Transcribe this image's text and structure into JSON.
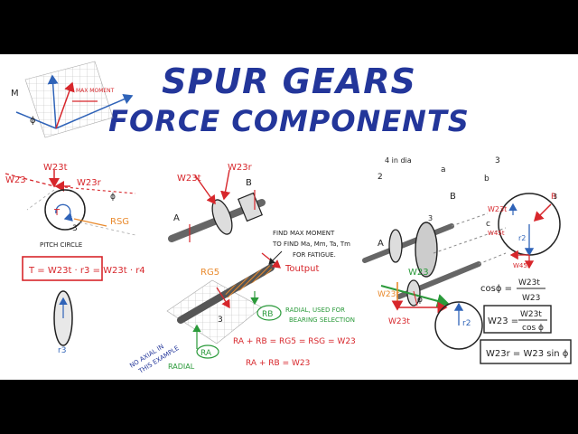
{
  "title": {
    "line1": "SPUR GEARS",
    "line2": "FORCE COMPONENTS"
  },
  "colors": {
    "title": "#23369a",
    "red": "#d7262b",
    "blue": "#2f63b8",
    "green": "#2a9a3a",
    "orange": "#e98a2d",
    "ink": "#222222"
  },
  "moment_sketch": {
    "axis_m": "M",
    "angle": "ϕ",
    "label": "MAX MOMENT"
  },
  "pitch_sketch": {
    "w23": "W23",
    "w23t": "W23t",
    "w23r": "W23r",
    "t": "T",
    "gear_no": "3",
    "rs": "RSG",
    "circle": "PITCH CIRCLE",
    "angle": "ϕ"
  },
  "torque_eq": {
    "text": "T = W23t · r3 = W23t · r4"
  },
  "small_gear": {
    "radius": "r3"
  },
  "shaft1": {
    "w23t": "W23t",
    "w23r": "W23r",
    "a": "A",
    "b": "B"
  },
  "shaft2": {
    "rg5": "RG5",
    "toutput": "Toutput",
    "num": "3",
    "note1": "FIND MAX MOMENT",
    "note2": "TO FIND Ma, Mm, Ta, Tm",
    "note3": "FOR FATIGUE.",
    "rb": "RB",
    "radial_note1": "RADIAL, USED FOR",
    "radial_note2": "BEARING SELECTION",
    "axial1": "NO AXIAL IN",
    "axial2": "THIS EXAMPLE",
    "ra": "RA",
    "radial": "RADIAL",
    "eq1": "RA + RB = RG5 = RSG = W23",
    "eq2": "RA + RB = W23"
  },
  "train": {
    "dia": "4 in dia",
    "l3": "3",
    "n2": "2",
    "a": "a",
    "b": "b",
    "c": "c",
    "bigB": "B",
    "bigA": "A",
    "n3": "3"
  },
  "circle3": {
    "r": "R",
    "w23t": "W23t",
    "w45t": "W45t",
    "w45r": "W45r",
    "r2": "r2",
    "num": "3"
  },
  "force_tri": {
    "w23": "W23",
    "w23r": "W23r",
    "w23t": "W23t",
    "phi": "ϕ",
    "r2": "r2"
  },
  "formulas": {
    "cos_lhs": "cosϕ =",
    "cos_num": "W23t",
    "cos_den": "W23",
    "w23_lhs": "W23 =",
    "w23_num": "W23t",
    "w23_den": "cos ϕ",
    "w23r_eq": "W23r = W23 sin ϕ"
  }
}
